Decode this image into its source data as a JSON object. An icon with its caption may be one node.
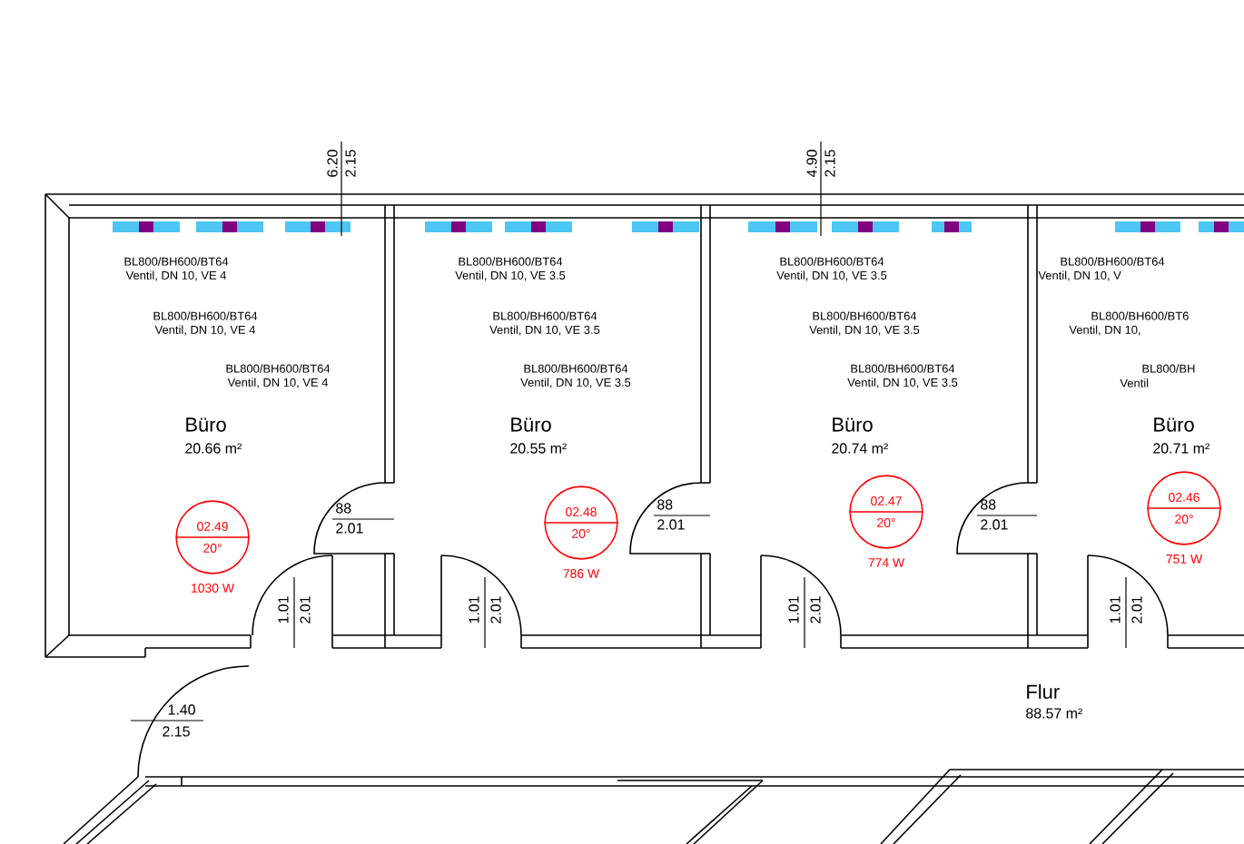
{
  "diagram": {
    "nodes": [
      {
        "text": [
          "02.49",
          "20°"
        ],
        "beside": [
          "1030 W"
        ]
      },
      {
        "text": [
          "02.48",
          "20°"
        ],
        "beside": [
          "786 W"
        ]
      },
      {
        "text": [
          "02.47",
          "20°"
        ],
        "beside": [
          "774 W"
        ]
      },
      {
        "text": [
          "02.46",
          "20°"
        ],
        "beside": [
          "751 W"
        ]
      }
    ],
    "labels": [
      "6.20",
      "2.15",
      "4.90",
      "2.15",
      "BL800/BH600/BT64",
      "Ventil, DN 10, VE 4",
      "BL800/BH600/BT64",
      "Ventil, DN 10, VE 4",
      "BL800/BH600/BT64",
      "Ventil, DN 10, VE 4",
      "BL800/BH600/BT64",
      "Ventil, DN 10, VE 3.5",
      "BL800/BH600/BT64",
      "Ventil, DN 10, VE 3.5",
      "BL800/BH600/BT64",
      "Ventil, DN 10, VE 3.5",
      "BL800/BH600/BT64",
      "Ventil, DN 10, VE 3.5",
      "BL800/BH600/BT64",
      "Ventil, DN 10, VE 3.5",
      "BL800/BH600/BT64",
      "Ventil, DN 10, VE 3.5",
      "BL800/BH600/BT64",
      "Ventil, DN 10, V",
      "BL800/BH600/BT6",
      "Ventil, DN 10,",
      "BL800/BH",
      "Ventil",
      "Büro",
      "20.66 m²",
      "Büro",
      "20.55 m²",
      "Büro",
      "20.74 m²",
      "Büro",
      "20.71 m²",
      "88",
      "2.01",
      "88",
      "2.01",
      "88",
      "2.01",
      "1.01",
      "2.01",
      "1.01",
      "2.01",
      "1.01",
      "2.01",
      "1.01",
      "2.01",
      "1.40",
      "2.15",
      "Flur",
      "88.57 m²"
    ]
  }
}
